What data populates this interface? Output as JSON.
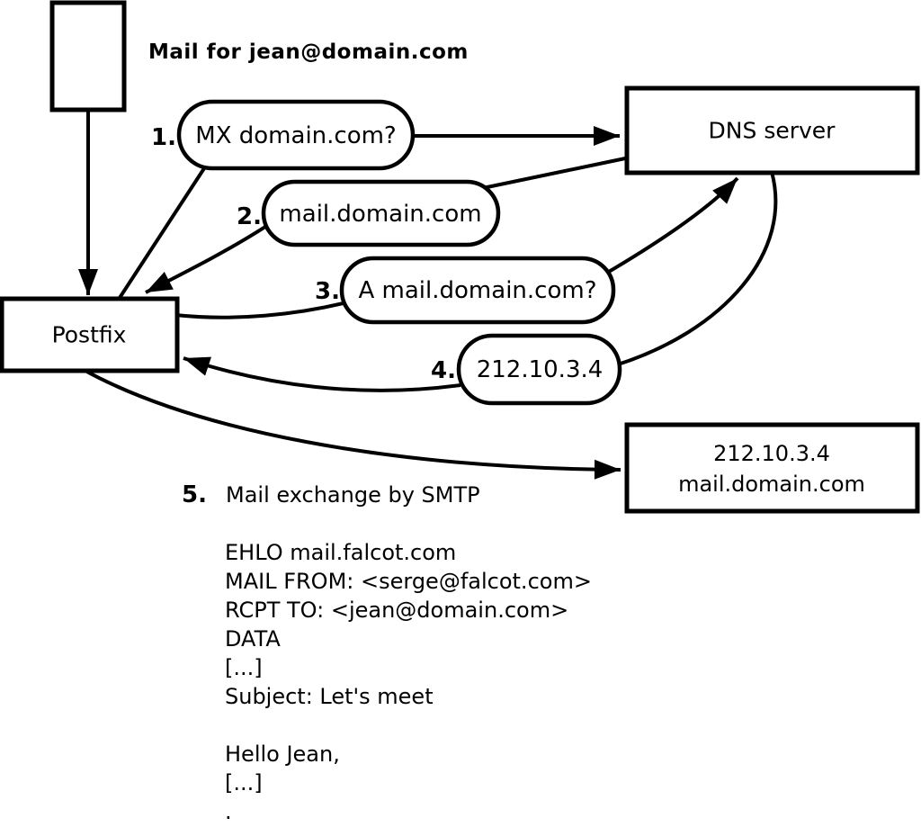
{
  "colors": {
    "line": "#000000",
    "background": "#ffffff",
    "text": "#000000"
  },
  "header": {
    "label": "Mail for jean@domain.com"
  },
  "nodes": {
    "postfix": {
      "label": "Postfix"
    },
    "dns_server": {
      "label": "DNS server"
    },
    "mail_server": {
      "line1": "212.10.3.4",
      "line2": "mail.domain.com"
    }
  },
  "steps": [
    {
      "number": "1.",
      "label": "MX domain.com?"
    },
    {
      "number": "2.",
      "label": "mail.domain.com"
    },
    {
      "number": "3.",
      "label": "A mail.domain.com?"
    },
    {
      "number": "4.",
      "label": "212.10.3.4"
    },
    {
      "number": "5.",
      "label": "Mail exchange by SMTP"
    }
  ],
  "smtp_session": {
    "lines": [
      "EHLO mail.falcot.com",
      "MAIL FROM: <serge@falcot.com>",
      "RCPT TO: <jean@domain.com>",
      "DATA",
      "[...]",
      "Subject: Let's meet",
      "",
      "Hello Jean,",
      "[...]",
      "."
    ]
  }
}
